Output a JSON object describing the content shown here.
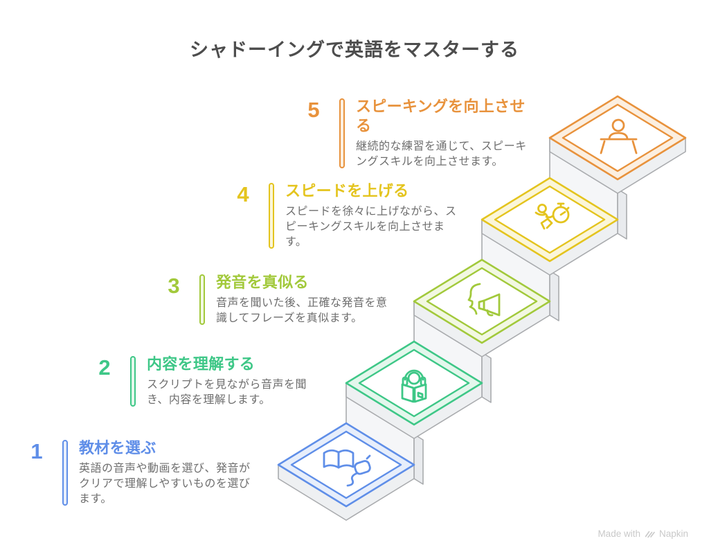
{
  "page": {
    "title": "シャドーイングで英語をマスターする"
  },
  "steps": [
    {
      "number": "1",
      "title": "教材を選ぶ",
      "description": "英語の音声や動画を選び、発音がクリアで理解しやすいものを選びます。",
      "color": "#5f8ee8",
      "tint": "#e7eefb",
      "icon": "book-and-mouse-icon"
    },
    {
      "number": "2",
      "title": "内容を理解する",
      "description": "スクリプトを見ながら音声を聞き、内容を理解します。",
      "color": "#3ec787",
      "tint": "#e3f7ec",
      "icon": "reading-with-headphones-icon"
    },
    {
      "number": "3",
      "title": "発音を真似る",
      "description": "音声を聞いた後、正確な発音を意識してフレーズを真似ます。",
      "color": "#a2c93b",
      "tint": "#f2f8e1",
      "icon": "face-megaphone-icon"
    },
    {
      "number": "4",
      "title": "スピードを上げる",
      "description": "スピードを徐々に上げながら、スピーキングスキルを向上させます。",
      "color": "#e4c41e",
      "tint": "#fbf6d9",
      "icon": "runner-stopwatch-icon"
    },
    {
      "number": "5",
      "title": "スピーキングを向上させる",
      "description": "継続的な練習を通じて、スピーキングスキルを向上させます。",
      "color": "#e8923c",
      "tint": "#fcefe0",
      "icon": "presenter-podium-icon"
    }
  ],
  "footer": {
    "made_with": "Made with",
    "brand": "Napkin"
  },
  "colors": {
    "page_bg": "#ffffff",
    "heading": "#4d4d4d",
    "description": "#6e6e6e",
    "stair_stroke": "#a9abae",
    "riser_fill": "#f5f6f8",
    "slab_fill": "#eef0f2",
    "strip_fill": "#e9ebee",
    "footer": "#c9c9c9"
  }
}
